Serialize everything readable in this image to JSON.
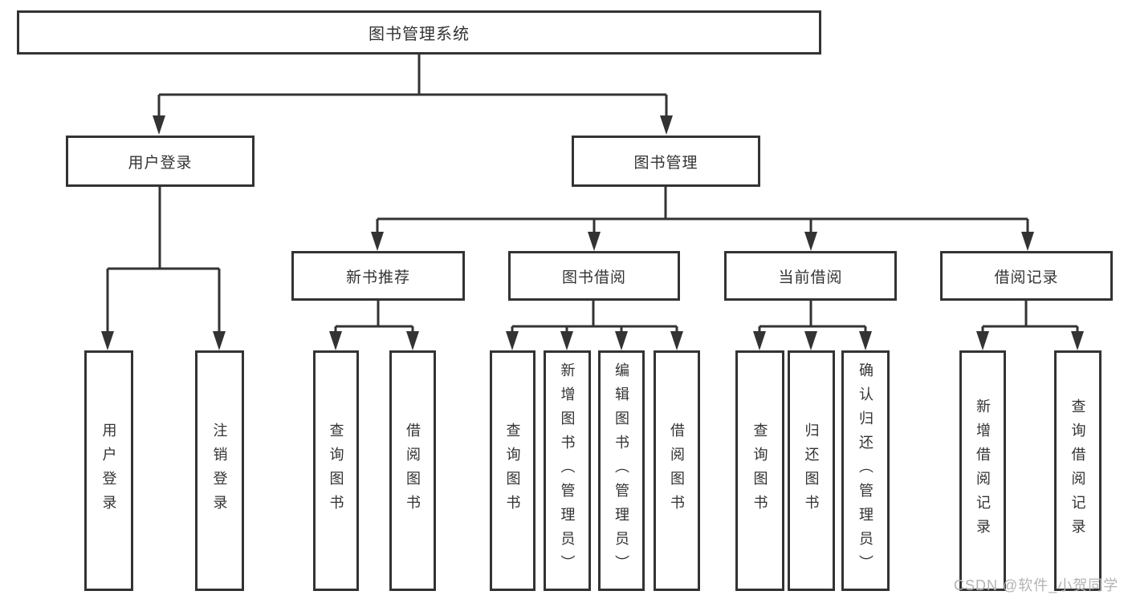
{
  "diagram_title": "图书管理系统",
  "tree": {
    "root": {
      "label": "图书管理系统"
    },
    "branches": [
      {
        "label": "用户登录",
        "children": [
          {
            "label": "用户登录"
          },
          {
            "label": "注销登录"
          }
        ]
      },
      {
        "label": "图书管理",
        "children": [
          {
            "label": "新书推荐",
            "children": [
              {
                "label": "查询图书"
              },
              {
                "label": "借阅图书"
              }
            ]
          },
          {
            "label": "图书借阅",
            "children": [
              {
                "label": "查询图书"
              },
              {
                "label": "新增图书（管理员）"
              },
              {
                "label": "编辑图书（管理员）"
              },
              {
                "label": "借阅图书"
              }
            ]
          },
          {
            "label": "当前借阅",
            "children": [
              {
                "label": "查询图书"
              },
              {
                "label": "归还图书"
              },
              {
                "label": "确认归还（管理员）"
              }
            ]
          },
          {
            "label": "借阅记录",
            "children": [
              {
                "label": "新增借阅记录"
              },
              {
                "label": "查询借阅记录"
              }
            ]
          }
        ]
      }
    ]
  },
  "watermark": {
    "text": "CSDN @软件_小贺同学"
  },
  "colors": {
    "line": "#333333",
    "text": "#333333",
    "box_background": "#ffffff",
    "page_background": "#ffffff",
    "watermark": "#b3b3b3"
  }
}
